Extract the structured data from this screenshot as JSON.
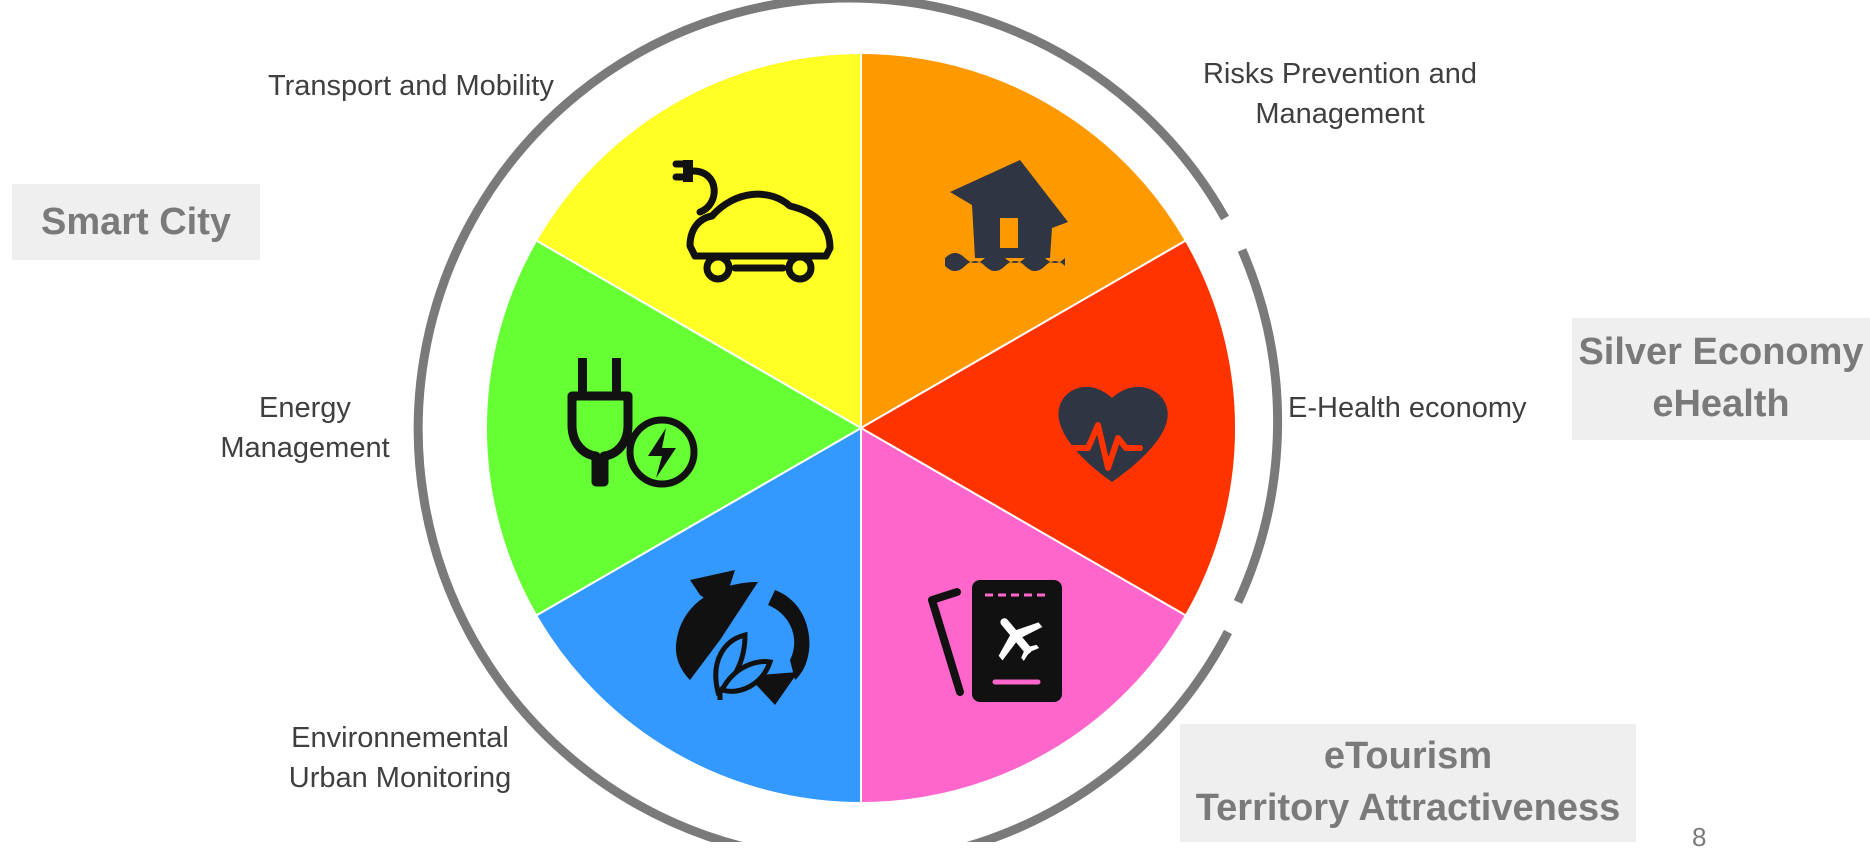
{
  "segments": [
    {
      "id": "transport",
      "label_lines": [
        "Transport and Mobility"
      ],
      "color": "#ffff26",
      "icon": "electric-car-icon"
    },
    {
      "id": "risks",
      "label_lines": [
        "Risks Prevention and",
        "Management"
      ],
      "color": "#ff9900",
      "icon": "flooded-house-icon"
    },
    {
      "id": "ehealth",
      "label_lines": [
        "E-Health economy"
      ],
      "color": "#ff3300",
      "icon": "heart-pulse-icon"
    },
    {
      "id": "tourism",
      "label_lines": [],
      "color": "#ff66cc",
      "icon": "passport-plane-icon"
    },
    {
      "id": "environment",
      "label_lines": [
        "Environnemental",
        "Urban Monitoring"
      ],
      "color": "#3399ff",
      "icon": "eco-recycle-icon"
    },
    {
      "id": "energy",
      "label_lines": [
        "Energy",
        "Management"
      ],
      "color": "#66ff33",
      "icon": "plug-lightning-icon"
    }
  ],
  "categories": {
    "smart_city": {
      "lines": [
        "Smart City"
      ]
    },
    "silver_economy": {
      "lines": [
        "Silver Economy",
        "eHealth"
      ]
    },
    "etourism": {
      "lines": [
        "eTourism",
        "Territory Attractiveness"
      ]
    }
  },
  "colors": {
    "ring": "#7a7a7a",
    "icon_dark": "#2f3542",
    "icon_black": "#111111",
    "box_bg": "#efefef"
  },
  "page_number": "8"
}
